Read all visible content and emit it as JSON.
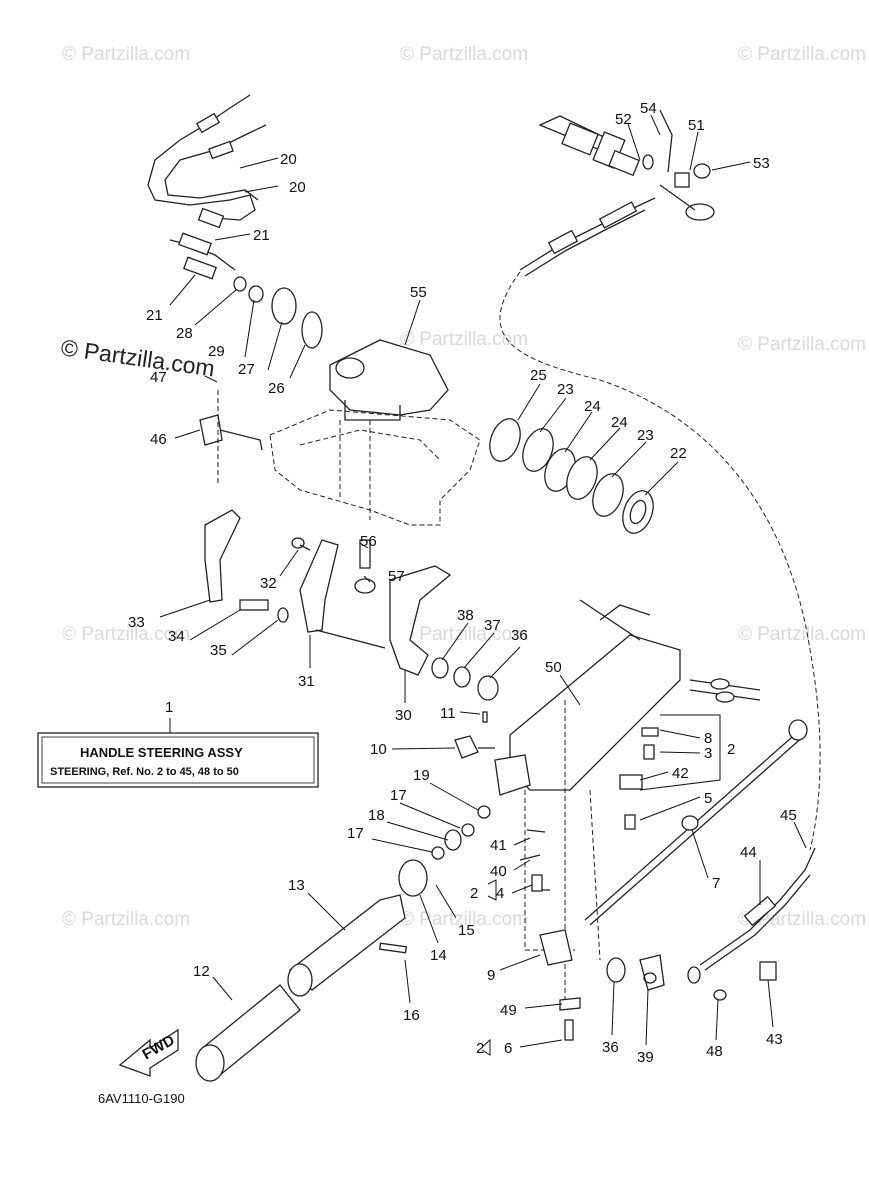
{
  "watermarks": {
    "small": "© Partzilla.com",
    "big": "© Partzilla.com"
  },
  "assy_box": {
    "ref_number": "1",
    "title": "HANDLE STEERING ASSY",
    "subtitle": "STEERING,  Ref. No. 2 to 45, 48 to 50"
  },
  "fwd_label": "FWD",
  "diagram_code": "6AV1110-G190",
  "callouts": [
    "54",
    "52",
    "51",
    "53",
    "20",
    "20",
    "21",
    "21",
    "28",
    "29",
    "27",
    "26",
    "55",
    "47",
    "46",
    "25",
    "23",
    "24",
    "24",
    "23",
    "22",
    "56",
    "57",
    "32",
    "33",
    "34",
    "35",
    "31",
    "30",
    "38",
    "37",
    "36",
    "50",
    "11",
    "10",
    "8",
    "3",
    "2",
    "42",
    "5",
    "19",
    "17",
    "18",
    "17",
    "41",
    "40",
    "4",
    "2",
    "7",
    "45",
    "44",
    "13",
    "15",
    "14",
    "12",
    "16",
    "9",
    "49",
    "36",
    "39",
    "48",
    "43",
    "6",
    "2"
  ]
}
